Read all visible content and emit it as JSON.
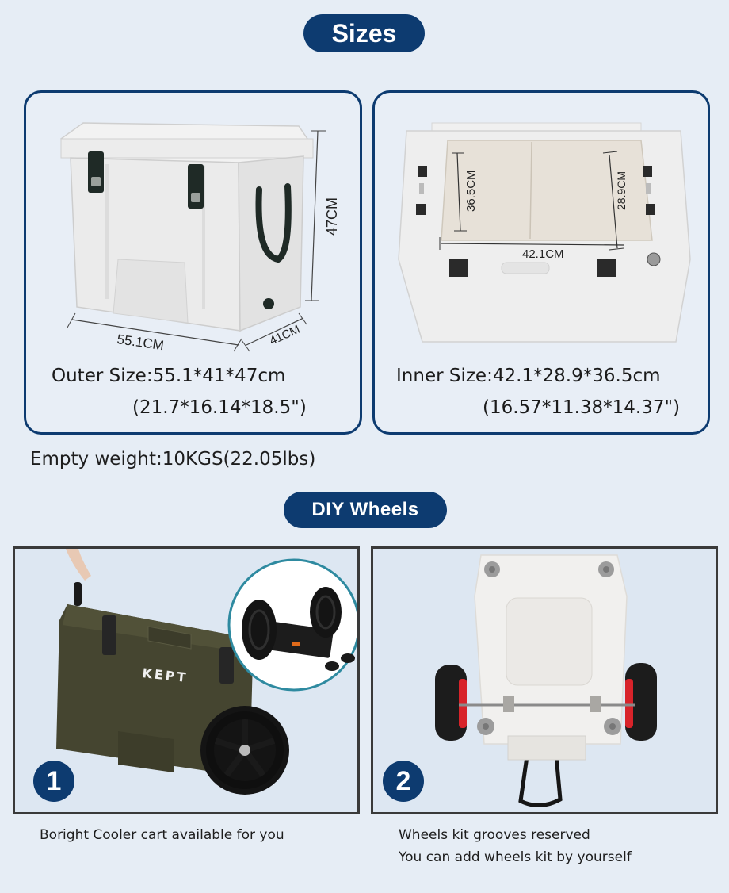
{
  "sizes_section": {
    "title": "Sizes",
    "outer": {
      "line1": "Outer Size:55.1*41*47cm",
      "line2": "(21.7*16.14*18.5\")",
      "dimensions": {
        "length": "55.1CM",
        "width": "41CM",
        "height": "47CM"
      }
    },
    "inner": {
      "line1": "Inner Size:42.1*28.9*36.5cm",
      "line2": "(16.57*11.38*14.37\")",
      "dimensions": {
        "length": "42.1CM",
        "width": "28.9CM",
        "depth": "36.5CM"
      }
    },
    "weight": "Empty weight:10KGS(22.05lbs)"
  },
  "wheels_section": {
    "title": "DIY Wheels",
    "items": [
      {
        "badge": "1",
        "brand": "KEPT",
        "captions": [
          "Boright Cooler cart available for you"
        ]
      },
      {
        "badge": "2",
        "captions": [
          "Wheels kit grooves reserved",
          "You can add wheels kit by yourself"
        ]
      }
    ]
  },
  "colors": {
    "accent": "#0d3b70",
    "background": "#e6edf5",
    "frame": "#3a3a3a",
    "wheel_hub_red": "#d8232a",
    "cooler_green": "#3f3f2c"
  }
}
